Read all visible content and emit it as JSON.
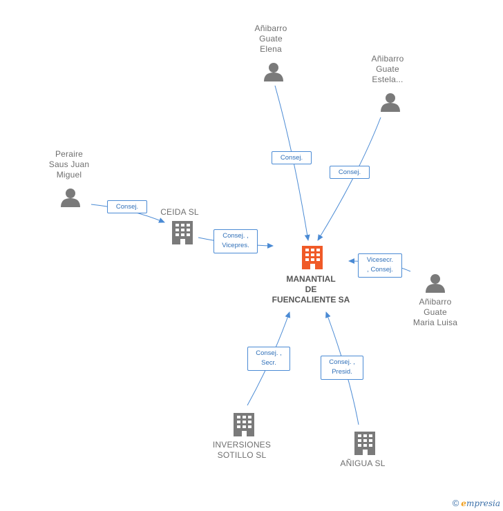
{
  "main_company": {
    "name": "MANANTIAL\nDE\nFUENCALIENTE SA",
    "color": "#f05a28"
  },
  "nodes": {
    "elena": {
      "name": "Añibarro\nGuate\nElena"
    },
    "estela": {
      "name": "Añibarro\nGuate\nEstela..."
    },
    "peraire": {
      "name": "Peraire\nSaus Juan\nMiguel"
    },
    "ceida": {
      "name": "CEIDA SL"
    },
    "maria": {
      "name": "Añibarro\nGuate\nMaria Luisa"
    },
    "inversiones": {
      "name": "INVERSIONES\nSOTILLO SL"
    },
    "anigua": {
      "name": "AÑIGUA SL"
    }
  },
  "relations": {
    "elena": "Consej.",
    "estela": "Consej.",
    "peraire": "Consej.",
    "ceida": "Consej. ,\nVicepres.",
    "maria": "Vicesecr.\n, Consej.",
    "inversiones": "Consej. ,\nSecr.",
    "anigua": "Consej. ,\nPresid."
  },
  "colors": {
    "edge": "#4a8ad4",
    "icon": "#7a7a7a",
    "label_text": "#2f6fb8"
  },
  "footer": {
    "copyright": "©",
    "brand_e": "e",
    "brand_rest": "mpresia"
  }
}
